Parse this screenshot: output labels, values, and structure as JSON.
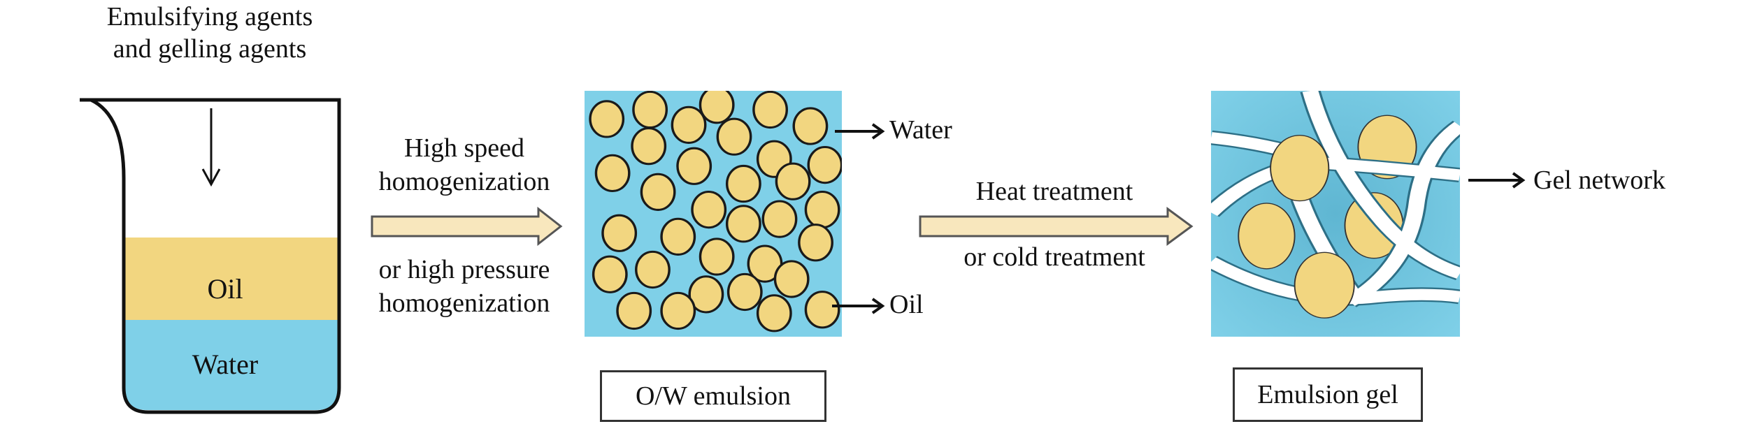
{
  "step1": {
    "input_label_line1": "Emulsifying agents",
    "input_label_line2": "and gelling agents",
    "beaker": {
      "oil_label": "Oil",
      "water_label": "Water"
    }
  },
  "process1": {
    "line1": "High speed",
    "line2": "homogenization",
    "line3": "or high pressure",
    "line4": "homogenization"
  },
  "step2": {
    "water_callout": "Water",
    "oil_callout": "Oil",
    "caption": "O/W emulsion"
  },
  "process2": {
    "line1": "Heat treatment",
    "line2": "or cold treatment"
  },
  "step3": {
    "network_callout": "Gel network",
    "caption": "Emulsion gel"
  },
  "colors": {
    "water": "#7fd0e8",
    "oil": "#f2d680",
    "arrow_fill": "#f8e7bd",
    "gel_bg": "#6ec3dc"
  }
}
